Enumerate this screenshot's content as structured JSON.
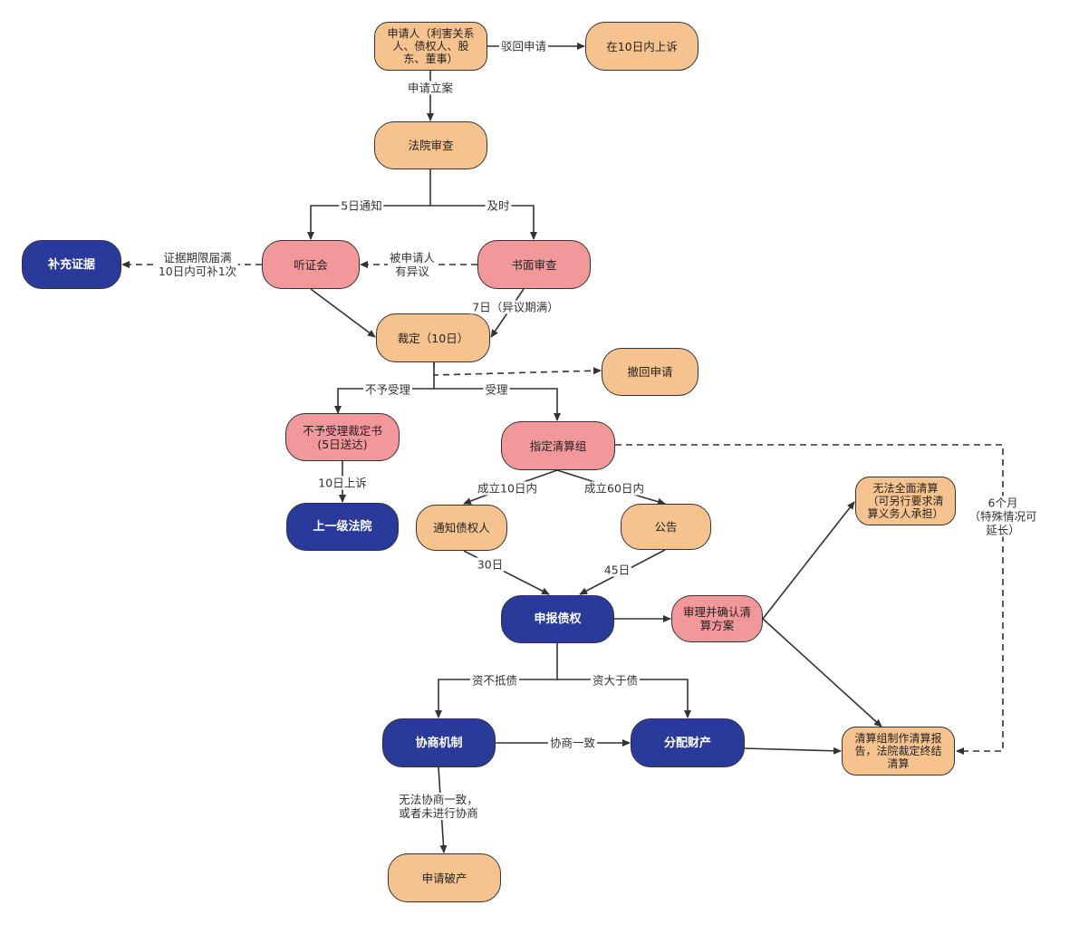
{
  "colors": {
    "orange": "#f6c38e",
    "pink": "#f2979a",
    "blue": "#2a3a9b",
    "line": "#333333"
  },
  "nodes": {
    "applicant": "申请人（利害关系\n人、债权人、股\n东、董事）",
    "appeal_10": "在10日内上诉",
    "court_review": "法院审查",
    "hearing": "听证会",
    "written_review": "书面审查",
    "supplement": "补充证据",
    "ruling": "裁定（10日）",
    "withdraw": "撤回申请",
    "reject_ruling": "不予受理裁定书\n(5日送达)",
    "higher_court": "上一级法院",
    "appoint_team": "指定清算组",
    "notify_creditors": "通知债权人",
    "announce": "公告",
    "declare_claims": "申报债权",
    "review_plan": "审理并确认清\n算方案",
    "cannot_liquidate": "无法全面清算\n（可另行要求清\n算义务人承担）",
    "negotiation": "协商机制",
    "distribute": "分配财产",
    "final_report": "清算组制作清算报\n告，法院裁定终结\n清算",
    "bankruptcy": "申请破产"
  },
  "edges": {
    "reject_apply": "驳回申请",
    "apply_case": "申请立案",
    "notify_5d": "5日通知",
    "timely": "及时",
    "objection": "被申请人\n有异议",
    "evidence_deadline": "证据期限届满\n10日内可补1次",
    "seven_days": "7日（异议期满）",
    "not_accept": "不予受理",
    "accept": "受理",
    "appeal_10": "10日上诉",
    "within_10": "成立10日内",
    "within_60": "成立60日内",
    "days_30": "30日",
    "days_45": "45日",
    "insolvent": "资不抵债",
    "solvent": "资大于债",
    "agreed": "协商一致",
    "no_agreement": "无法协商一致，\n或者未进行协商",
    "six_months": "6个月\n（特殊情况可延长）"
  }
}
